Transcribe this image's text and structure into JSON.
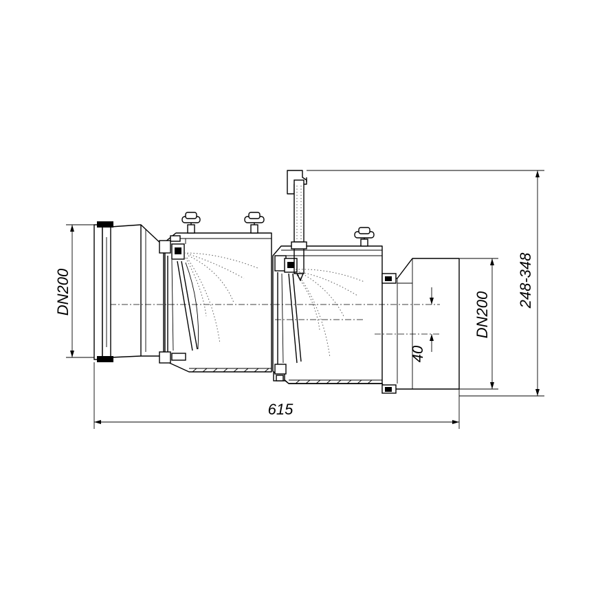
{
  "dimensions": {
    "inlet_diameter": "DN200",
    "outlet_diameter": "DN200",
    "overall_length": "615",
    "height_range": "248-348",
    "height_offset": "40"
  }
}
